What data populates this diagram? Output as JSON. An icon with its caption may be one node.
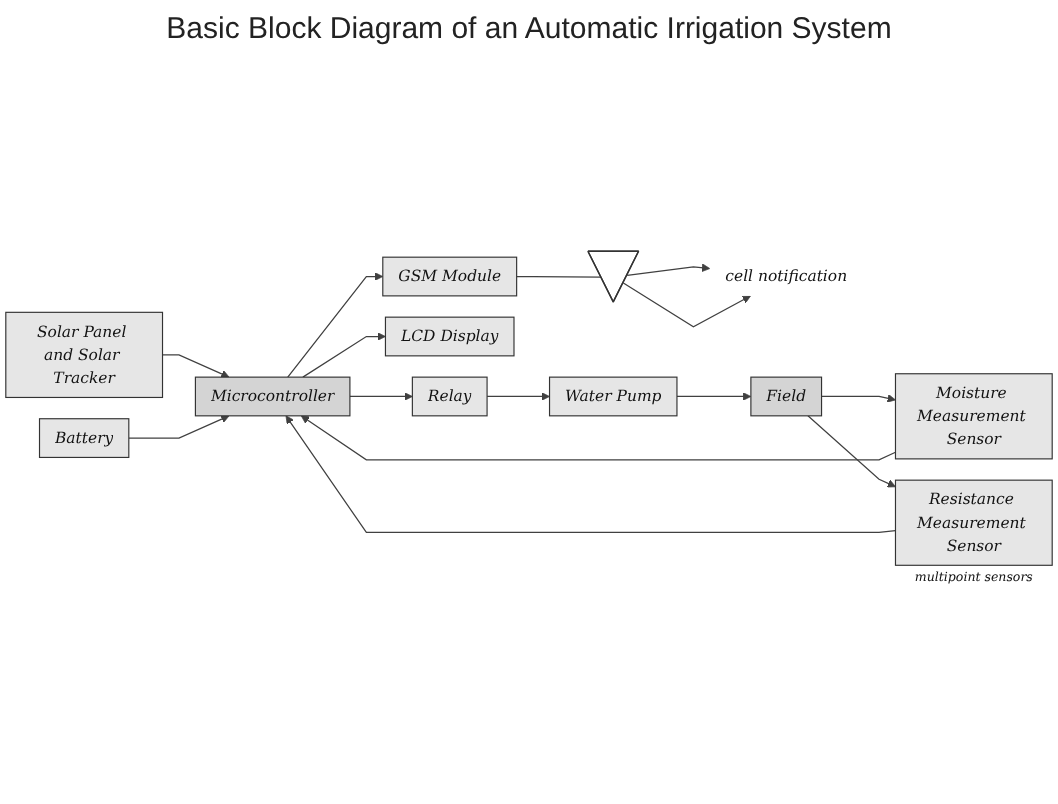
{
  "diagram": {
    "title": "Basic Block Diagram of an Automatic Irrigation System",
    "nodes": [
      {
        "text": [
          "Solar Panel and Solar Tracker"
        ]
      },
      {
        "text": [
          "Battery"
        ]
      },
      {
        "text": [
          "Microcontroller"
        ]
      },
      {
        "text": [
          "GSM Module"
        ]
      },
      {
        "text": [
          "LCD Display"
        ]
      },
      {
        "text": [
          "Relay"
        ]
      },
      {
        "text": [
          "Water Pump"
        ]
      },
      {
        "text": [
          "Field"
        ]
      },
      {
        "text": [
          "Moisture Measurement Sensor"
        ]
      },
      {
        "text": [
          "Resistance Measurement Sensor"
        ],
        "beside": [
          "multipoint sensors"
        ]
      },
      {
        "text": [],
        "shape": "antenna"
      },
      {
        "text": [
          "cell notification"
        ]
      }
    ],
    "edges": [
      {
        "from": 0,
        "to": 2,
        "arrow": "to"
      },
      {
        "from": 1,
        "to": 2,
        "arrow": "to"
      },
      {
        "from": 2,
        "to": 3,
        "arrow": "to"
      },
      {
        "from": 2,
        "to": 4,
        "arrow": "to"
      },
      {
        "from": 2,
        "to": 5,
        "arrow": "to"
      },
      {
        "from": 5,
        "to": 6,
        "arrow": "to"
      },
      {
        "from": 6,
        "to": 7,
        "arrow": "to"
      },
      {
        "from": 3,
        "to": 10,
        "arrow": "none"
      },
      {
        "from": 10,
        "to": 11,
        "arrow": "to"
      },
      {
        "from": 10,
        "to": 11,
        "arrow": "to"
      },
      {
        "from": 7,
        "to": 8,
        "arrow": "to"
      },
      {
        "from": 7,
        "to": 9,
        "arrow": "to"
      },
      {
        "from": 8,
        "to": 2,
        "arrow": "to"
      },
      {
        "from": 9,
        "to": 2,
        "arrow": "to"
      }
    ]
  }
}
